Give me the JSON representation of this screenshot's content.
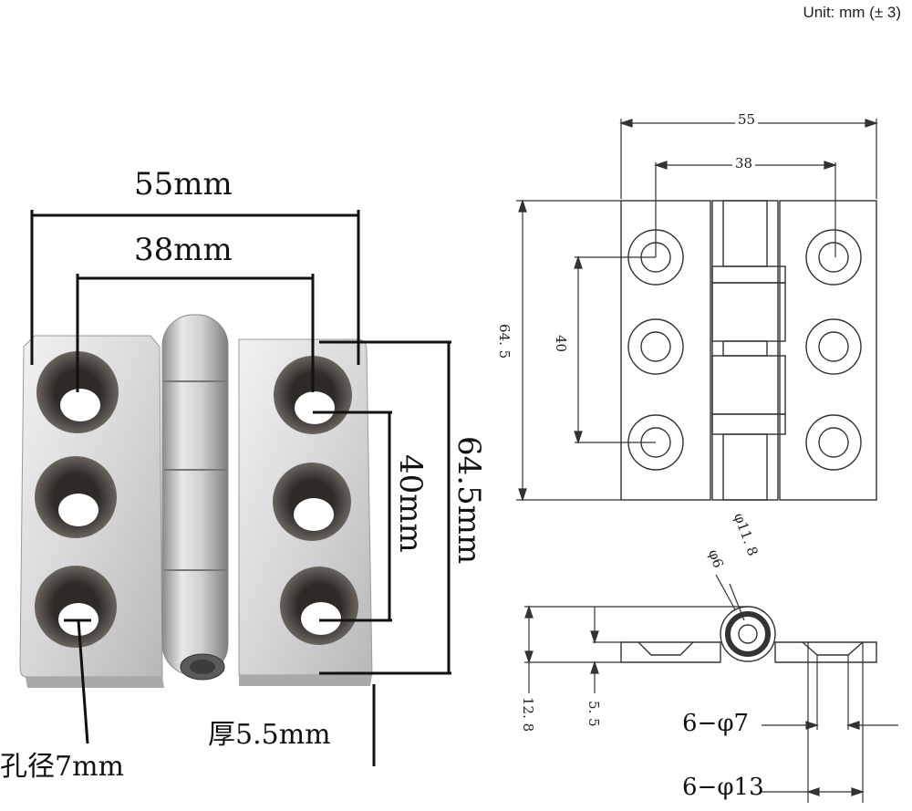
{
  "unit_note": "Unit: mm (± 3)",
  "photo_labels": {
    "width": "55mm",
    "hole_spacing": "38mm",
    "height": "64.5mm",
    "vertical_spacing": "40mm",
    "thickness": "厚5.5mm",
    "hole_diameter": "孔径7mm"
  },
  "front_view": {
    "width": "55",
    "hole_spacing": "38",
    "height": "64. 5",
    "vertical_spacing": "40"
  },
  "side_view": {
    "pin_outer": "φ11. 8",
    "pin_inner": "φ6",
    "total_height": "12. 8",
    "leaf_thickness": "5. 5",
    "through_hole": "6−φ7",
    "counterbore": "6−φ13"
  },
  "colors": {
    "steel_light": "#e6e6e6",
    "steel_mid": "#bdbdbd",
    "steel_dark": "#7a7a7a",
    "hole_dark": "#3a3530"
  }
}
